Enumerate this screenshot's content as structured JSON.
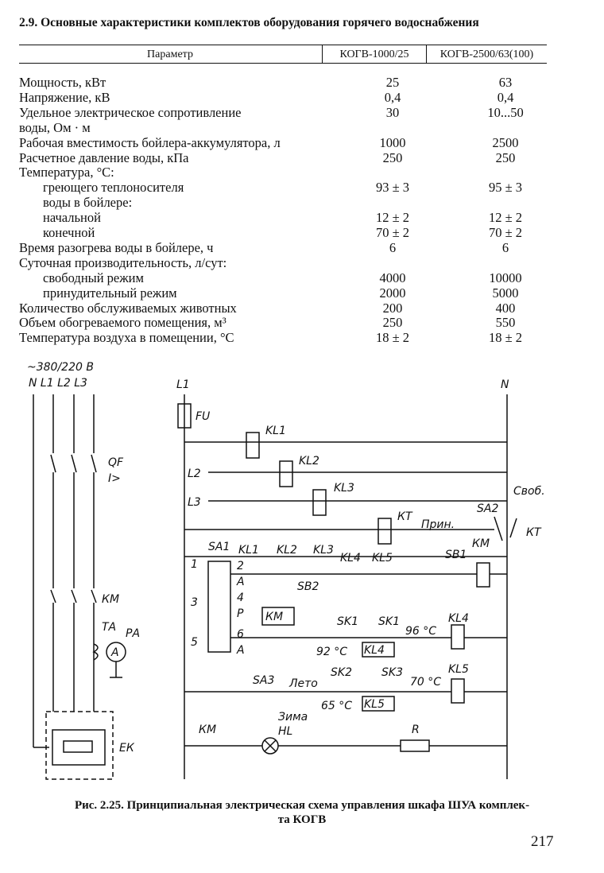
{
  "section_title": "2.9. Основные характеристики комплектов оборудования горячего водоснабжения",
  "table": {
    "headers": [
      "Параметр",
      "КОГВ-1000/25",
      "КОГВ-2500/63(100)"
    ],
    "rows": [
      {
        "param": "Мощность, кВт",
        "v1": "25",
        "v2": "63"
      },
      {
        "param": "Напряжение, кВ",
        "v1": "0,4",
        "v2": "0,4"
      },
      {
        "param": "Удельное электрическое сопротивление",
        "v1": "30",
        "v2": "10...50"
      },
      {
        "param": "воды, Ом · м",
        "v1": "",
        "v2": ""
      },
      {
        "param": "Рабочая вместимость бойлера-аккумулятора, л",
        "v1": "1000",
        "v2": "2500"
      },
      {
        "param": "Расчетное давление воды, кПа",
        "v1": "250",
        "v2": "250"
      },
      {
        "param": "Температура, °С:",
        "v1": "",
        "v2": ""
      },
      {
        "param": "греющего теплоносителя",
        "v1": "93 ± 3",
        "v2": "95 ± 3",
        "indent": true
      },
      {
        "param": "воды в бойлере:",
        "v1": "",
        "v2": "",
        "indent": true
      },
      {
        "param": "начальной",
        "v1": "12 ± 2",
        "v2": "12 ± 2",
        "indent": true
      },
      {
        "param": "конечной",
        "v1": "70 ± 2",
        "v2": "70 ± 2",
        "indent": true
      },
      {
        "param": "Время разогрева воды в бойлере, ч",
        "v1": "6",
        "v2": "6"
      },
      {
        "param": "Суточная производительность, л/сут:",
        "v1": "",
        "v2": ""
      },
      {
        "param": "свободный режим",
        "v1": "4000",
        "v2": "10000",
        "indent": true
      },
      {
        "param": "принудительный режим",
        "v1": "2000",
        "v2": "5000",
        "indent": true
      },
      {
        "param": "Количество обслуживаемых животных",
        "v1": "200",
        "v2": "400"
      },
      {
        "param": "Объем обогреваемого помещения, м³",
        "v1": "250",
        "v2": "550"
      },
      {
        "param": "Температура воздуха в помещении, °С",
        "v1": "18 ± 2",
        "v2": "18 ± 2"
      }
    ]
  },
  "schematic": {
    "supply": "~380/220 В",
    "phases": "N  L1 L2 L3",
    "qf": "QF",
    "qf_sym": "I>",
    "km": "КМ",
    "ta": "ТА",
    "pa": "РА",
    "ammeter": "A",
    "ek": "ЕК",
    "l1": "L1",
    "n": "N",
    "fu": "FU",
    "kl1": "KL1",
    "kl2": "KL2",
    "kl3": "KL3",
    "l2": "L2",
    "l3": "L3",
    "kt": "КТ",
    "prin": "Прин.",
    "svob": "Своб.",
    "sa2": "SA2",
    "kt2": "КТ",
    "sa1": "SA1",
    "kl1b": "KL1",
    "kl2b": "KL2",
    "kl3b": "KL3",
    "kl4": "KL4",
    "kl5": "KL5",
    "sb1": "SB1",
    "km2": "КМ",
    "sb2": "SB2",
    "km3": "КМ",
    "sa1_pos": [
      "1",
      "2",
      "A",
      "3",
      "4",
      "P",
      "5",
      "6",
      "A"
    ],
    "sk1a": "SK1",
    "sk1b": "SK1",
    "t96": "96 °С",
    "t92": "92 °С",
    "kl4b": "KL4",
    "kl4c": "KL4",
    "sa3": "SA3",
    "leto": "Лето",
    "sk2": "SK2",
    "sk3": "SK3",
    "t70": "70 °С",
    "t65": "65 °С",
    "kl5b": "KL5",
    "kl5c": "KL5",
    "zima": "Зима",
    "km4": "КМ",
    "hl": "HL",
    "r": "R"
  },
  "caption_line1": "Рис. 2.25. Принципиальная электрическая схема управления шкафа ШУА комплек-",
  "caption_line2": "та КОГВ",
  "page_number": "217"
}
